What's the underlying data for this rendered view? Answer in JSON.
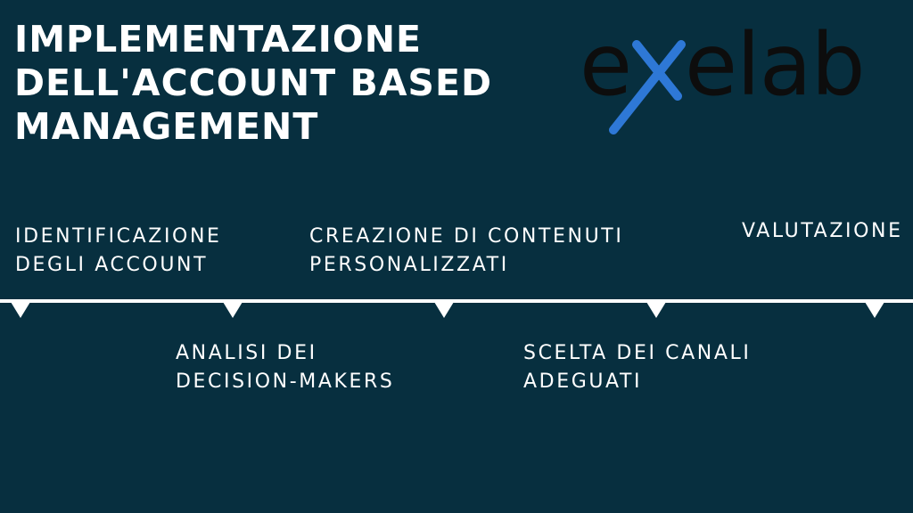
{
  "title": {
    "line1": "IMPLEMENTAZIONE",
    "line2": "DELL'ACCOUNT BASED",
    "line3": "MANAGEMENT"
  },
  "logo": {
    "text": "exelab",
    "accent_color": "#2e78d6",
    "text_color": "#0d0d0d"
  },
  "colors": {
    "background": "#072f3f",
    "foreground": "#ffffff"
  },
  "steps": [
    {
      "line1": "IDENTIFICAZIONE",
      "line2": "DEGLI ACCOUNT"
    },
    {
      "line1": "ANALISI DEI",
      "line2": "DECISION-MAKERS"
    },
    {
      "line1": "CREAZIONE DI CONTENUTI",
      "line2": "PERSONALIZZATI"
    },
    {
      "line1": "SCELTA DEI CANALI",
      "line2": "ADEGUATI"
    },
    {
      "line1": "VALUTAZIONE"
    }
  ]
}
